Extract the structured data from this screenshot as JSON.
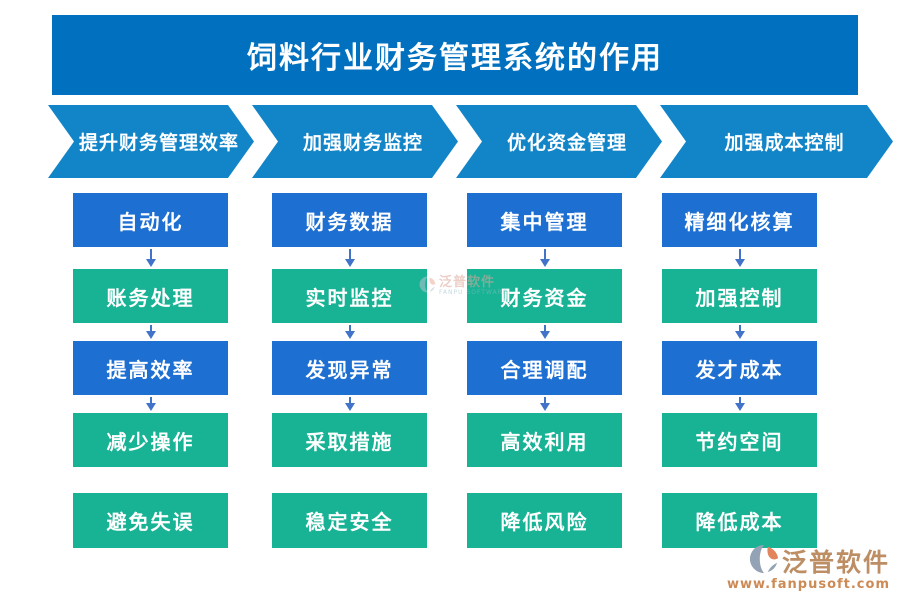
{
  "title": "饲料行业财务管理系统的作用",
  "colors": {
    "banner": "#0070bf",
    "chevron": "#1285c8",
    "box_blue": "#1e6fd2",
    "box_green": "#18b295",
    "connector": "#4173c9",
    "footer_brand": "#bd8d64",
    "footer_url": "#cc8a55"
  },
  "columns": [
    {
      "header": "提升财务管理效率",
      "steps": [
        {
          "label": "自动化",
          "tone": "blue"
        },
        {
          "label": "账务处理",
          "tone": "green"
        },
        {
          "label": "提高效率",
          "tone": "blue"
        },
        {
          "label": "减少操作",
          "tone": "green"
        },
        {
          "label": "避免失误",
          "tone": "green"
        }
      ]
    },
    {
      "header": "加强财务监控",
      "steps": [
        {
          "label": "财务数据",
          "tone": "blue"
        },
        {
          "label": "实时监控",
          "tone": "green"
        },
        {
          "label": "发现异常",
          "tone": "blue"
        },
        {
          "label": "采取措施",
          "tone": "green"
        },
        {
          "label": "稳定安全",
          "tone": "green"
        }
      ]
    },
    {
      "header": "优化资金管理",
      "steps": [
        {
          "label": "集中管理",
          "tone": "blue"
        },
        {
          "label": "财务资金",
          "tone": "green"
        },
        {
          "label": "合理调配",
          "tone": "blue"
        },
        {
          "label": "高效利用",
          "tone": "green"
        },
        {
          "label": "降低风险",
          "tone": "green"
        }
      ]
    },
    {
      "header": "加强成本控制",
      "steps": [
        {
          "label": "精细化核算",
          "tone": "blue"
        },
        {
          "label": "加强控制",
          "tone": "green"
        },
        {
          "label": "发才成本",
          "tone": "blue"
        },
        {
          "label": "节约空间",
          "tone": "green"
        },
        {
          "label": "降低成本",
          "tone": "green"
        }
      ]
    }
  ],
  "watermark": {
    "brand": "泛普软件",
    "subtitle": "FANPU SOFTWARE"
  },
  "footer": {
    "brand": "泛普软件",
    "url": "www.fanpusoft.com"
  }
}
